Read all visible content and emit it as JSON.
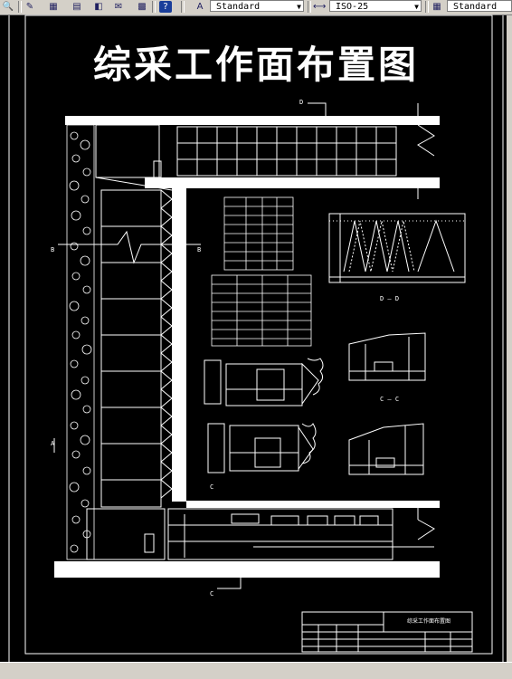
{
  "toolbar": {
    "text_style": "Standard",
    "dim_style": "ISO-25",
    "table_style": "Standard"
  },
  "drawing": {
    "title": "综采工作面布置图",
    "section_labels": {
      "D_top": "D",
      "B_left": "B",
      "B_right": "B",
      "A_left": "A",
      "C_bottom": "C",
      "C_mid": "C",
      "DD": "D — D",
      "CC": "C — C"
    },
    "title_block_heading": "综采工作面布置图"
  }
}
